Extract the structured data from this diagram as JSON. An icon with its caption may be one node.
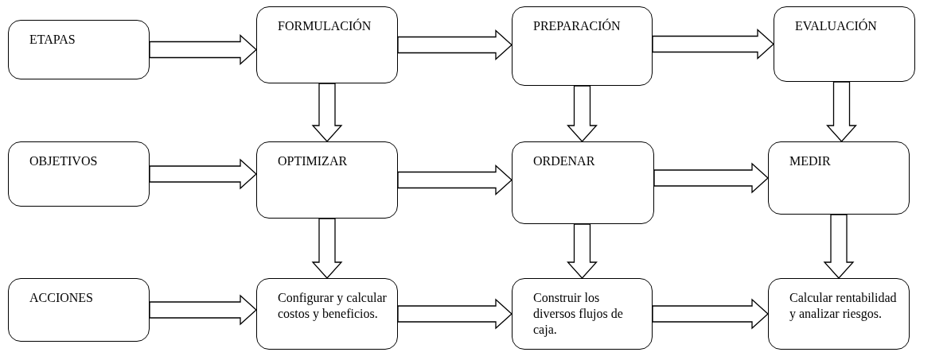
{
  "diagram": {
    "nodes": [
      {
        "text": [
          "ETAPAS"
        ]
      },
      {
        "text": [
          "FORMULACIÓN"
        ]
      },
      {
        "text": [
          "PREPARACIÓN"
        ]
      },
      {
        "text": [
          "EVALUACIÓN"
        ]
      },
      {
        "text": [
          "OBJETIVOS"
        ]
      },
      {
        "text": [
          "OPTIMIZAR"
        ]
      },
      {
        "text": [
          "ORDENAR"
        ]
      },
      {
        "text": [
          "MEDIR"
        ]
      },
      {
        "text": [
          "ACCIONES"
        ]
      },
      {
        "text": [
          "Configurar y calcular costos y beneficios."
        ]
      },
      {
        "text": [
          "Construir los diversos flujos de caja."
        ]
      },
      {
        "text": [
          "Calcular rentabilidad y analizar riesgos."
        ]
      }
    ],
    "edges": [
      {
        "from": 0,
        "to": 1,
        "arrow": "to"
      },
      {
        "from": 1,
        "to": 2,
        "arrow": "to"
      },
      {
        "from": 2,
        "to": 3,
        "arrow": "to"
      },
      {
        "from": 1,
        "to": 5,
        "arrow": "to"
      },
      {
        "from": 2,
        "to": 6,
        "arrow": "to"
      },
      {
        "from": 3,
        "to": 7,
        "arrow": "to"
      },
      {
        "from": 4,
        "to": 5,
        "arrow": "to"
      },
      {
        "from": 5,
        "to": 6,
        "arrow": "to"
      },
      {
        "from": 6,
        "to": 7,
        "arrow": "to"
      },
      {
        "from": 5,
        "to": 9,
        "arrow": "to"
      },
      {
        "from": 6,
        "to": 10,
        "arrow": "to"
      },
      {
        "from": 7,
        "to": 11,
        "arrow": "to"
      },
      {
        "from": 8,
        "to": 9,
        "arrow": "to"
      },
      {
        "from": 9,
        "to": 10,
        "arrow": "to"
      },
      {
        "from": 10,
        "to": 11,
        "arrow": "to"
      }
    ]
  }
}
